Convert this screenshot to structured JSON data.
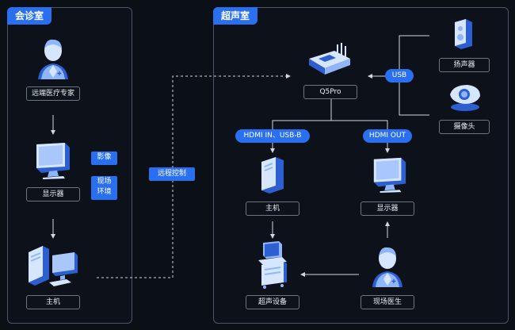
{
  "colors": {
    "background": "#0b0f16",
    "panel_border": "#4a5567",
    "accent": "#2a6ff0",
    "icon_light": "#d7e6ff",
    "icon_mid": "#8fb6f8",
    "icon_dark": "#2d5fd0",
    "connector": "#cfd7e3"
  },
  "panels": {
    "consult": {
      "title": "会诊室"
    },
    "ultrasound": {
      "title": "超声室"
    }
  },
  "nodes": {
    "remote_expert": {
      "label": "远端医疗专家",
      "icon": "doctor-icon"
    },
    "display_left": {
      "label": "显示器",
      "icon": "monitor-icon"
    },
    "host_left": {
      "label": "主机",
      "icon": "workstation-icon"
    },
    "q5pro": {
      "label": "Q5Pro",
      "icon": "router-icon"
    },
    "speaker": {
      "label": "扬声器",
      "icon": "speaker-icon"
    },
    "camera": {
      "label": "摄像头",
      "icon": "camera-icon"
    },
    "host_right": {
      "label": "主机",
      "icon": "tower-icon"
    },
    "display_right": {
      "label": "显示器",
      "icon": "monitor-icon"
    },
    "ultrasound_device": {
      "label": "超声设备",
      "icon": "ultrasound-machine-icon"
    },
    "onsite_doctor": {
      "label": "现场医生",
      "icon": "doctor-icon"
    }
  },
  "tags": {
    "image": "影像",
    "scene": "现场\n环境"
  },
  "edge_labels": {
    "remote_control": "远程控制",
    "usb": "USB",
    "hdmi_in": "HDMI IN、USB-B",
    "hdmi_out": "HDMI OUT"
  }
}
